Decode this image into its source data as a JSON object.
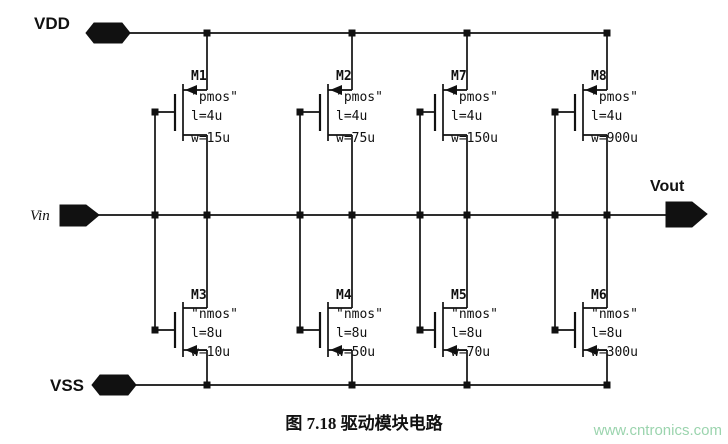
{
  "figure": {
    "caption": "图 7.18  驱动模块电路"
  },
  "watermark": {
    "text": "www.cntronics.com",
    "color": "#9bd4ae"
  },
  "ports": {
    "vdd": "VDD",
    "vss": "VSS",
    "vin": "Vin",
    "vout": "Vout"
  },
  "transistors": [
    {
      "name": "M1",
      "model": "\"pmos\"",
      "length": "l=4u",
      "width": "w=15u"
    },
    {
      "name": "M2",
      "model": "\"pmos\"",
      "length": "l=4u",
      "width": "w=75u"
    },
    {
      "name": "M7",
      "model": "\"pmos\"",
      "length": "l=4u",
      "width": "w=150u"
    },
    {
      "name": "M8",
      "model": "\"pmos\"",
      "length": "l=4u",
      "width": "w=900u"
    },
    {
      "name": "M3",
      "model": "\"nmos\"",
      "length": "l=8u",
      "width": "w=10u"
    },
    {
      "name": "M4",
      "model": "\"nmos\"",
      "length": "l=8u",
      "width": "w=50u"
    },
    {
      "name": "M5",
      "model": "\"nmos\"",
      "length": "l=8u",
      "width": "w=70u"
    },
    {
      "name": "M6",
      "model": "\"nmos\"",
      "length": "l=8u",
      "width": "w=300u"
    }
  ]
}
